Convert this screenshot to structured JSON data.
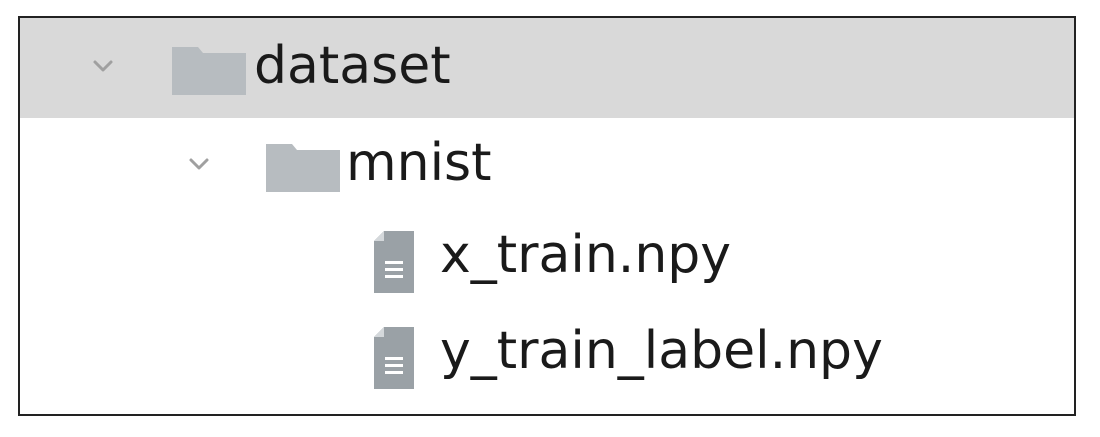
{
  "tree": {
    "items": [
      {
        "label": "dataset",
        "type": "folder",
        "expanded": true,
        "selected": true,
        "level": 0
      },
      {
        "label": "mnist",
        "type": "folder",
        "expanded": true,
        "selected": false,
        "level": 1
      },
      {
        "label": "x_train.npy",
        "type": "file",
        "level": 2
      },
      {
        "label": "y_train_label.npy",
        "type": "file",
        "level": 2
      }
    ]
  },
  "colors": {
    "selected_row": "#d9d9d9",
    "folder_icon": "#b7bcc0",
    "file_icon": "#9aa1a6",
    "chevron": "#a0a0a0",
    "text": "#1a1a1a"
  },
  "icons": {
    "expand": "chevron-down-icon",
    "folder": "folder-icon",
    "file": "file-icon"
  }
}
